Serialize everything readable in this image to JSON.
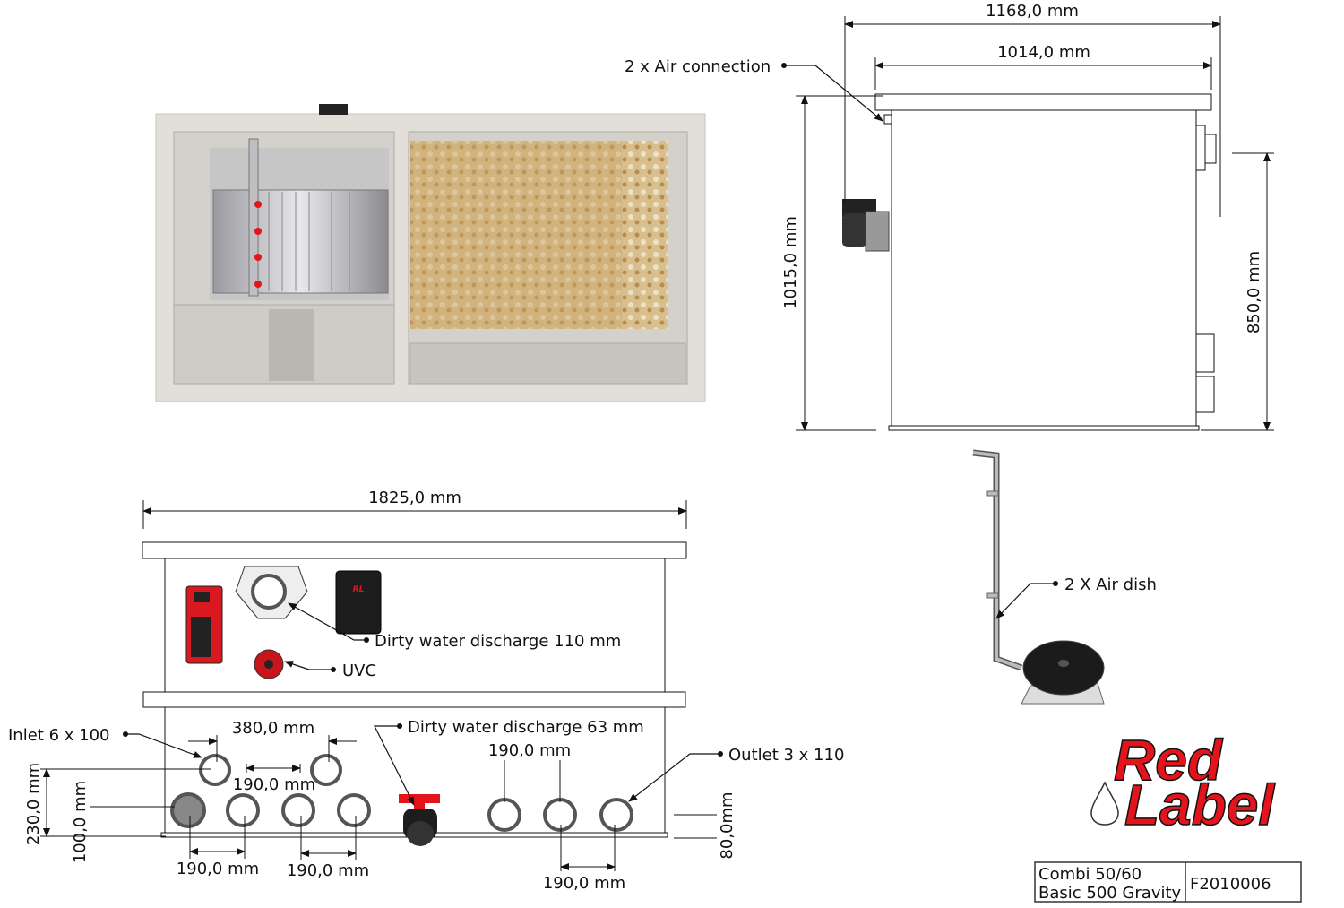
{
  "top_view": {
    "title": "Top view of filter"
  },
  "side_view": {
    "dim_overall_width": "1168,0 mm",
    "dim_tank_width": "1014,0 mm",
    "dim_height_total": "1015,0 mm",
    "dim_height_outlet": "850,0 mm",
    "label_air_connection": "2 x Air connection"
  },
  "air_dish": {
    "label": "2 X Air dish"
  },
  "front_view": {
    "dim_length": "1825,0 mm",
    "label_discharge_110": "Dirty water discharge 110 mm",
    "label_uvc": "UVC",
    "label_inlet": "Inlet 6 x 100",
    "dim_inlet_top_span": "380,0 mm",
    "dim_inlet_top_spacing": "190,0 mm",
    "label_discharge_63": "Dirty water discharge 63 mm",
    "dim_outlet_spacing_top": "190,0 mm",
    "label_outlet": "Outlet 3 x 110",
    "dim_inlet_bottom_1": "190,0 mm",
    "dim_inlet_bottom_2": "190,0 mm",
    "dim_outlet_bottom": "190,0 mm",
    "dim_230": "230,0 mm",
    "dim_100": "100,0 mm",
    "dim_80": "80,0mm"
  },
  "logo": {
    "line1": "Red",
    "line2": "Label"
  },
  "title_block": {
    "model_line1": "Combi 50/60",
    "model_line2": "Basic 500 Gravity",
    "code": "F2010006"
  },
  "colors": {
    "brand_red": "#e3141b",
    "tank": "#e2dfd9",
    "media": "#c9a36a"
  }
}
